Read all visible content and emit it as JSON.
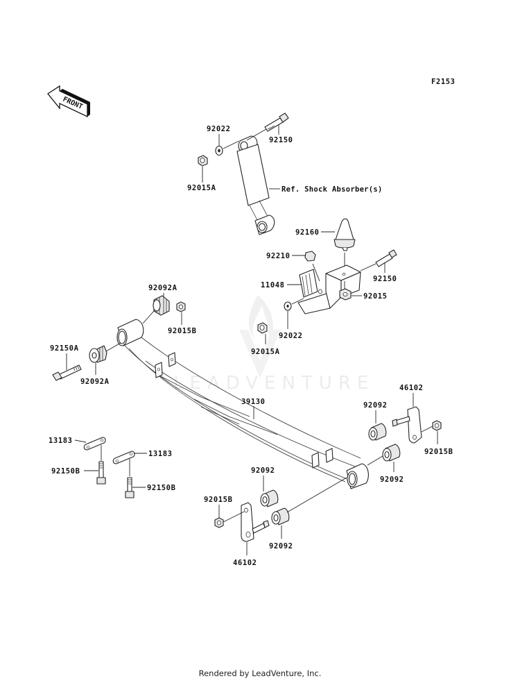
{
  "diagram": {
    "figure_id": "F2153",
    "front_indicator": "FRONT",
    "watermark": "LEADVENTURE",
    "reference_note": "Ref. Shock Absorber(s)",
    "callouts": [
      {
        "id": "c1",
        "part": "92022"
      },
      {
        "id": "c2",
        "part": "92150"
      },
      {
        "id": "c3",
        "part": "92015A"
      },
      {
        "id": "c4",
        "part": "92160"
      },
      {
        "id": "c5",
        "part": "92210"
      },
      {
        "id": "c6",
        "part": "92150"
      },
      {
        "id": "c7",
        "part": "11048"
      },
      {
        "id": "c8",
        "part": "92015"
      },
      {
        "id": "c9",
        "part": "92022"
      },
      {
        "id": "c10",
        "part": "92015A"
      },
      {
        "id": "c11",
        "part": "92092A"
      },
      {
        "id": "c12",
        "part": "92015B"
      },
      {
        "id": "c13",
        "part": "92150A"
      },
      {
        "id": "c14",
        "part": "92092A"
      },
      {
        "id": "c15",
        "part": "39130"
      },
      {
        "id": "c16",
        "part": "46102"
      },
      {
        "id": "c17",
        "part": "92092"
      },
      {
        "id": "c18",
        "part": "92015B"
      },
      {
        "id": "c19",
        "part": "13183"
      },
      {
        "id": "c20",
        "part": "13183"
      },
      {
        "id": "c21",
        "part": "92150B"
      },
      {
        "id": "c22",
        "part": "92150B"
      },
      {
        "id": "c23",
        "part": "92092"
      },
      {
        "id": "c24",
        "part": "92092"
      },
      {
        "id": "c25",
        "part": "92015B"
      },
      {
        "id": "c26",
        "part": "92092"
      },
      {
        "id": "c27",
        "part": "46102"
      }
    ]
  },
  "footer": {
    "text": "Rendered by LeadVenture, Inc."
  }
}
